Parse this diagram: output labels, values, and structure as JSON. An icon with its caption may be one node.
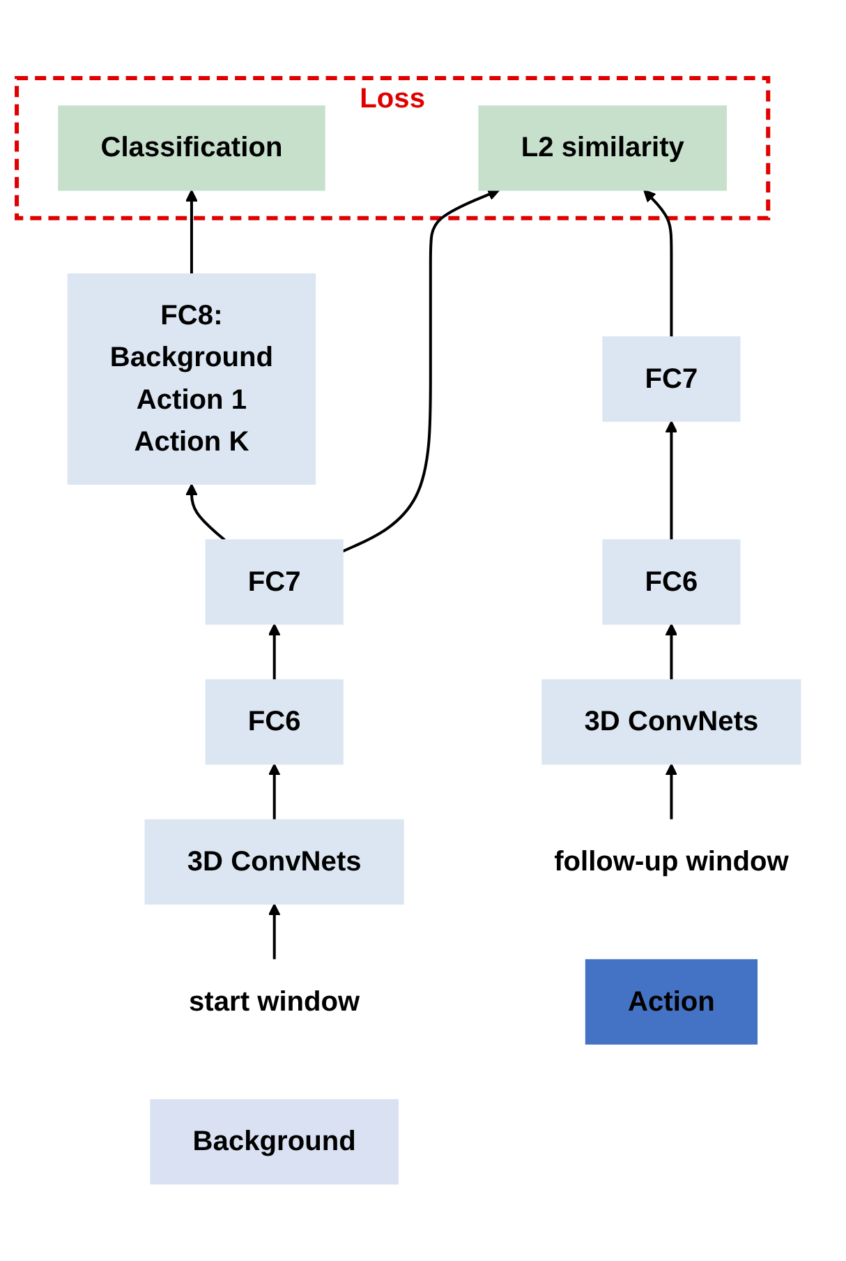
{
  "diagram": {
    "nodes": [
      {
        "text": [
          "Loss"
        ]
      },
      {
        "text": [
          "Classification"
        ],
        "in": 0
      },
      {
        "text": [
          "L2 similarity"
        ],
        "in": 0
      },
      {
        "text": [
          "FC8:",
          "Background",
          "Action 1",
          "Action K"
        ]
      },
      {
        "text": [
          "FC7"
        ]
      },
      {
        "text": [
          "FC7"
        ]
      },
      {
        "text": [
          "FC6"
        ]
      },
      {
        "text": [
          "FC6"
        ]
      },
      {
        "text": [
          "3D ConvNets"
        ]
      },
      {
        "text": [
          "3D ConvNets"
        ]
      },
      {
        "text": [
          "start window"
        ]
      },
      {
        "text": [
          "follow-up window"
        ]
      },
      {
        "text": [
          "Background"
        ]
      },
      {
        "text": [
          "Action"
        ]
      }
    ],
    "edges": [
      {
        "from": 3,
        "to": 1,
        "arrow": "to"
      },
      {
        "from": 4,
        "to": 3,
        "arrow": "to"
      },
      {
        "from": 4,
        "to": 2,
        "arrow": "to"
      },
      {
        "from": 5,
        "to": 2,
        "arrow": "to"
      },
      {
        "from": 6,
        "to": 4,
        "arrow": "to"
      },
      {
        "from": 7,
        "to": 5,
        "arrow": "to"
      },
      {
        "from": 8,
        "to": 6,
        "arrow": "to"
      },
      {
        "from": 9,
        "to": 7,
        "arrow": "to"
      },
      {
        "from": 10,
        "to": 8,
        "arrow": "to"
      },
      {
        "from": 11,
        "to": 9,
        "arrow": "to"
      }
    ]
  }
}
